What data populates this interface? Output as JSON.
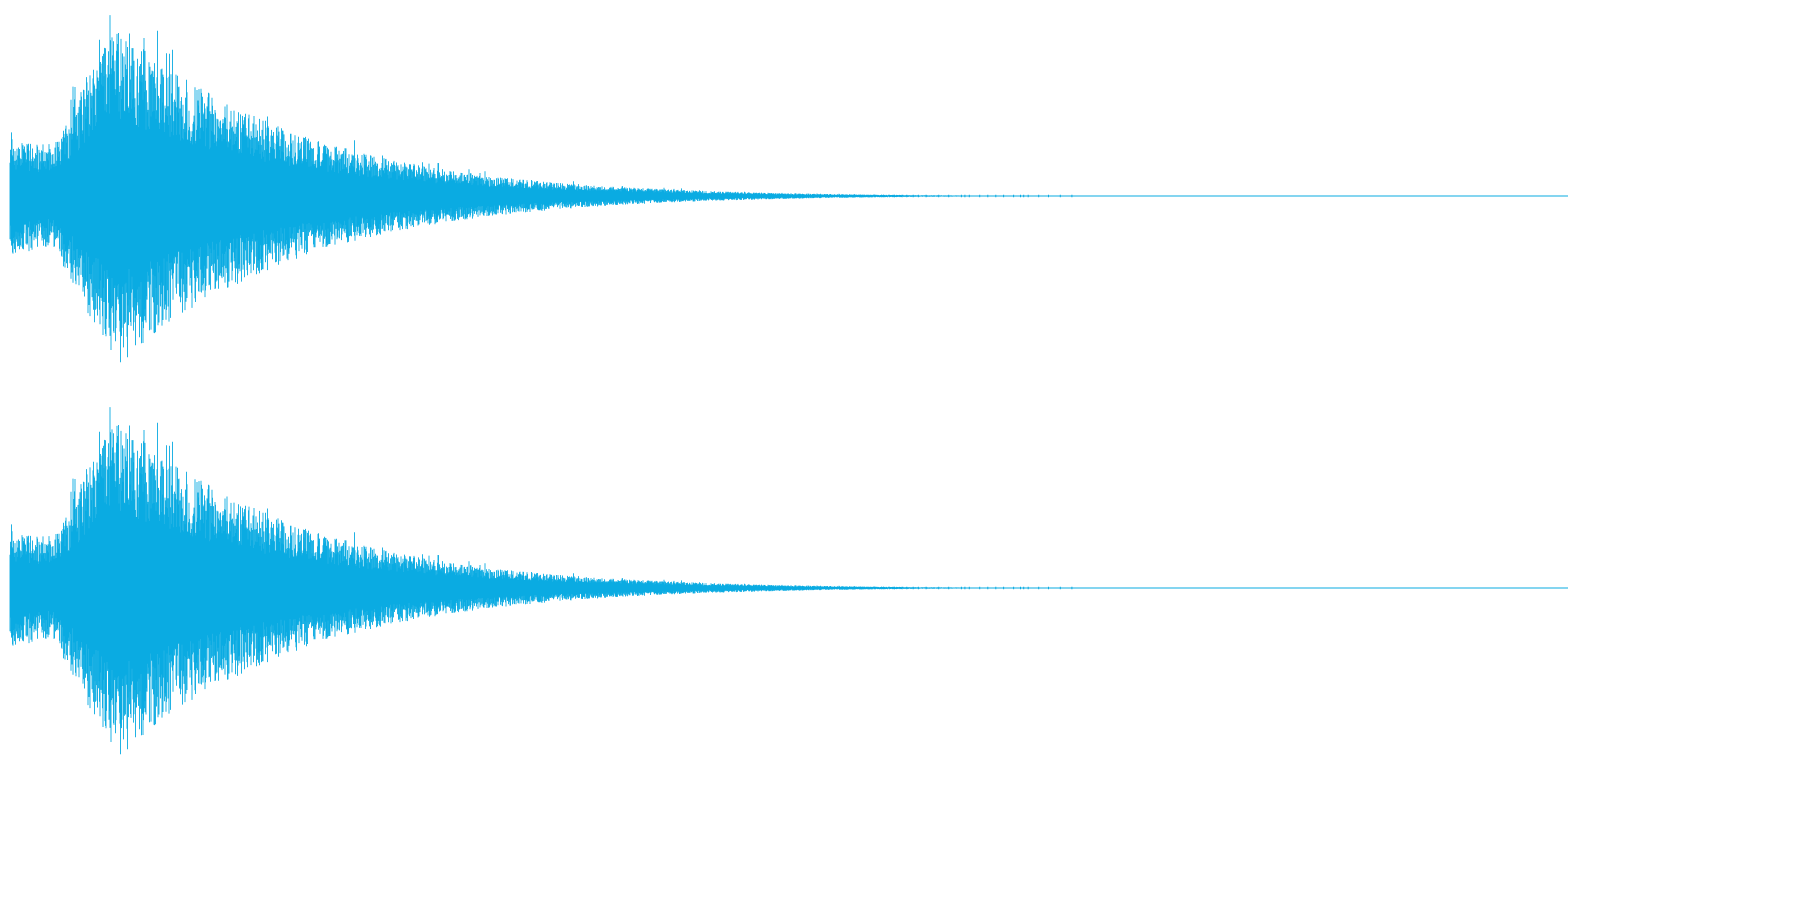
{
  "waveform": {
    "color": "#0aabe2",
    "channel_count": 2,
    "channels": [
      {
        "name": ""
      },
      {
        "name": ""
      }
    ],
    "envelope": {
      "onset_level": 0.32,
      "peak_time_fraction": 0.068,
      "peak_level": 0.9,
      "decay_end_fraction": 0.68,
      "silent_after_fraction": 0.68
    }
  }
}
